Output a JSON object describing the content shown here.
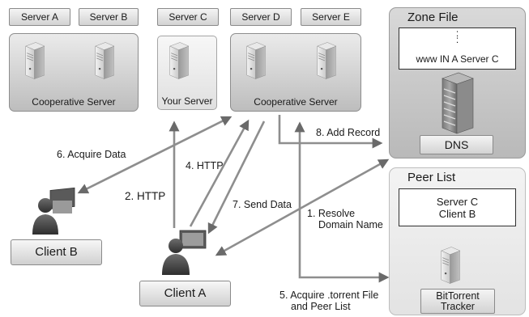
{
  "servers": {
    "a": "Server A",
    "b": "Server B",
    "c": "Server C",
    "d": "Server D",
    "e": "Server E"
  },
  "groups": {
    "left": "Cooperative Server",
    "middle": "Your Server",
    "right": "Cooperative Server"
  },
  "zone_file": {
    "title": "Zone File",
    "ellipsis": ":",
    "record": "www IN A Server C",
    "dns_label": "DNS"
  },
  "peer_list": {
    "title": "Peer List",
    "entries": [
      "Server C",
      "Client B"
    ],
    "tracker_label": [
      "BitTorrent",
      "Tracker"
    ]
  },
  "clients": {
    "a": "Client A",
    "b": "Client B"
  },
  "steps": {
    "s1": [
      "1. Resolve",
      "Domain Name"
    ],
    "s2": "2. HTTP",
    "s4": "4. HTTP",
    "s5": [
      "5. Acquire .torrent File",
      "and Peer List"
    ],
    "s6": "6. Acquire Data",
    "s7": "7. Send Data",
    "s8": "8. Add Record"
  },
  "colors": {
    "arrow": "#8e8e8e",
    "arrow_head": "#6a6a6a",
    "server_body": "#dcdcdc"
  }
}
